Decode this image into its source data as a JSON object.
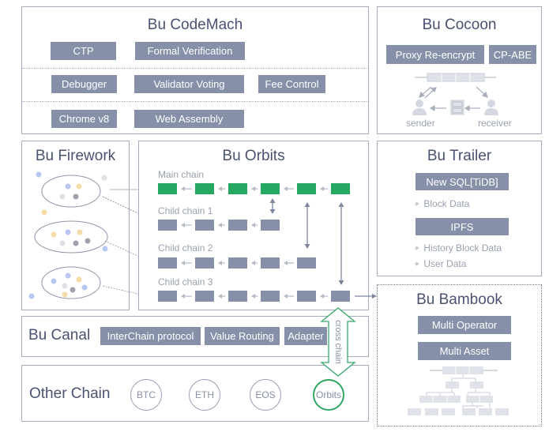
{
  "codemach": {
    "title": "Bu CodeMach",
    "rows": [
      [
        "CTP",
        "Formal Verification"
      ],
      [
        "Debugger",
        "Validator Voting",
        "Fee Control"
      ],
      [
        "Chrome v8",
        "Web  Assembly"
      ]
    ]
  },
  "cocoon": {
    "title": "Bu Cocoon",
    "tags": [
      "Proxy Re-encrypt",
      "CP-ABE"
    ],
    "sender_label": "sender",
    "receiver_label": "receiver"
  },
  "firework": {
    "title": "Bu Firework"
  },
  "orbits": {
    "title": "Bu Orbits",
    "chains": [
      {
        "label": "Main chain",
        "blocks": 6,
        "color": "#27a862"
      },
      {
        "label": "Child chain 1",
        "blocks": 4,
        "color": "#8690a9"
      },
      {
        "label": "Child chain 2",
        "blocks": 5,
        "color": "#8690a9"
      },
      {
        "label": "Child chain 3",
        "blocks": 6,
        "color": "#8690a9"
      }
    ]
  },
  "trailer": {
    "title": "Bu Trailer",
    "sql_tag": "New SQL[TiDB]",
    "sql_items": [
      "Block  Data"
    ],
    "ipfs_tag": "IPFS",
    "ipfs_items": [
      "History Block Data",
      "User Data"
    ]
  },
  "bambook": {
    "title": "Bu Bambook",
    "tags": [
      "Multi Operator",
      "Multi Asset"
    ]
  },
  "canal": {
    "title": "Bu Canal",
    "tags": [
      "InterChain protocol",
      "Value Routing",
      "Adapter"
    ]
  },
  "cross_chain_label": "cross chain",
  "other_chain": {
    "title": "Other Chain",
    "chains": [
      "BTC",
      "ETH",
      "EOS",
      "Orbits"
    ]
  },
  "colors": {
    "accent_green": "#27a862",
    "tag_gray": "#8690a9",
    "title_text": "#4a5270"
  }
}
